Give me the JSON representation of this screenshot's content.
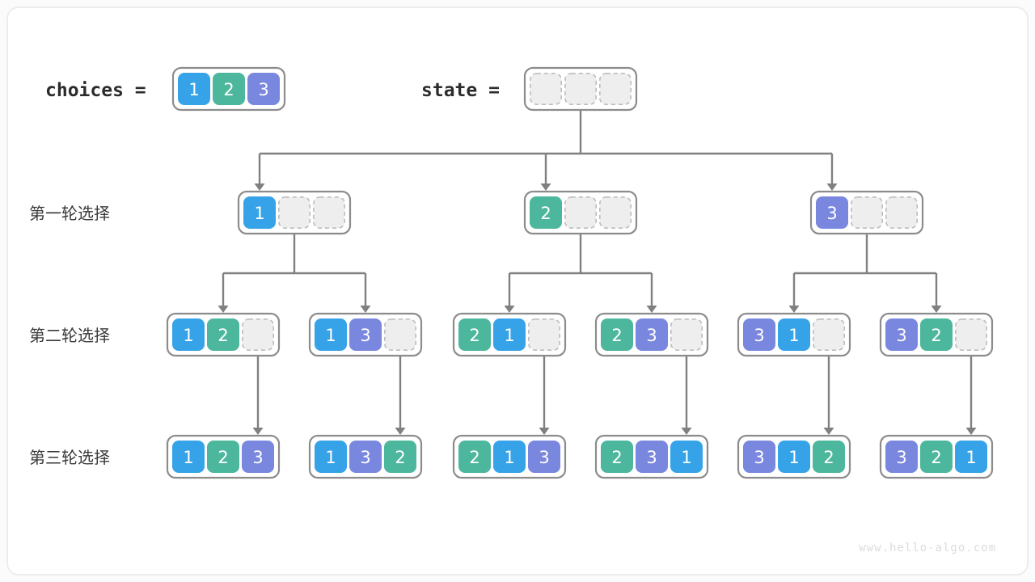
{
  "meta": {
    "watermark": "www.hello-algo.com",
    "background": "#fbfbfb",
    "frame_fill": "#ffffff",
    "frame_stroke": "#ededed"
  },
  "palette": {
    "blue": "#36a3e8",
    "green": "#4cb79d",
    "purple": "#7a87df",
    "empty_fill": "#eeeeee",
    "empty_stroke": "#bdbdbd",
    "box_stroke": "#8c8c8c",
    "edge": "#808080",
    "text_dark": "#2b2b2b"
  },
  "header": {
    "choices_label": "choices  =",
    "choices_values": [
      "1",
      "2",
      "3"
    ],
    "state_label": "state  =",
    "state_values": [
      "",
      "",
      ""
    ]
  },
  "rows": [
    {
      "label": "第一轮选择",
      "nodes": [
        {
          "cells": [
            "1",
            "",
            ""
          ]
        },
        {
          "cells": [
            "2",
            "",
            ""
          ]
        },
        {
          "cells": [
            "3",
            "",
            ""
          ]
        }
      ]
    },
    {
      "label": "第二轮选择",
      "nodes": [
        {
          "cells": [
            "1",
            "2",
            ""
          ]
        },
        {
          "cells": [
            "1",
            "3",
            ""
          ]
        },
        {
          "cells": [
            "2",
            "1",
            ""
          ]
        },
        {
          "cells": [
            "2",
            "3",
            ""
          ]
        },
        {
          "cells": [
            "3",
            "1",
            ""
          ]
        },
        {
          "cells": [
            "3",
            "2",
            ""
          ]
        }
      ]
    },
    {
      "label": "第三轮选择",
      "nodes": [
        {
          "cells": [
            "1",
            "2",
            "3"
          ]
        },
        {
          "cells": [
            "1",
            "3",
            "2"
          ]
        },
        {
          "cells": [
            "2",
            "1",
            "3"
          ]
        },
        {
          "cells": [
            "2",
            "3",
            "1"
          ]
        },
        {
          "cells": [
            "3",
            "1",
            "2"
          ]
        },
        {
          "cells": [
            "3",
            "2",
            "1"
          ]
        }
      ]
    }
  ]
}
